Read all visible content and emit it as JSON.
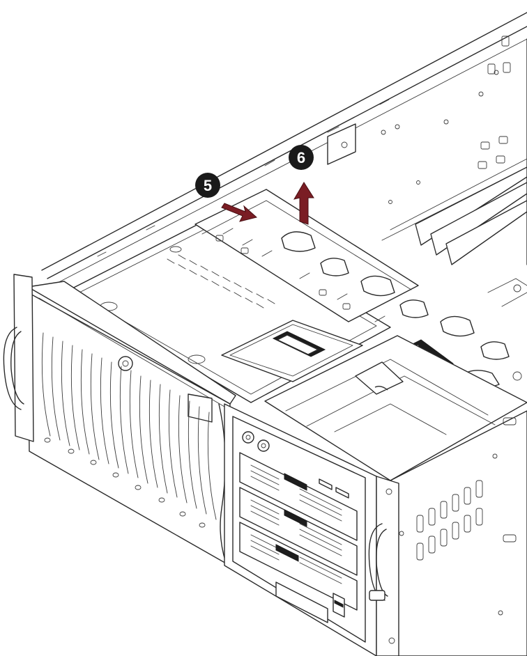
{
  "callouts": [
    {
      "label": "5",
      "meaning": "slide"
    },
    {
      "label": "6",
      "meaning": "lift"
    }
  ],
  "colors": {
    "callout_fill": "#1a1a1a",
    "callout_text": "#ffffff",
    "arrow": "#7a1d24",
    "line_art": "#2a2a2a"
  }
}
